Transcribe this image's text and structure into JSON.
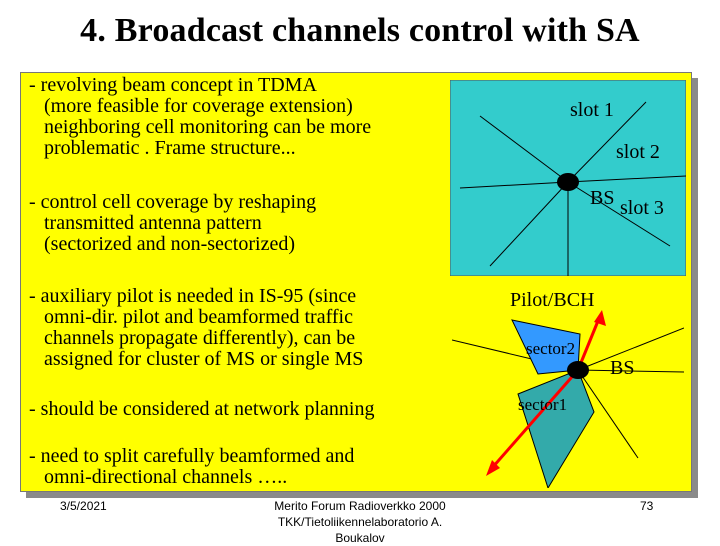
{
  "title": "4. Broadcast channels control with SA",
  "bullets": [
    {
      "first": "- revolving beam concept in TDMA",
      "rest": [
        "(more feasible for coverage extension)",
        "neighboring cell monitoring can be more",
        "problematic . Frame structure..."
      ]
    },
    {
      "first": "- control cell coverage by reshaping",
      "rest": [
        "transmitted antenna pattern",
        "(sectorized and non-sectorized)"
      ]
    },
    {
      "first": "- auxiliary pilot is needed in IS-95 (since",
      "rest": [
        "omni-dir. pilot and beamformed  traffic",
        "channels propagate differently), can be",
        "assigned for cluster of MS or single MS"
      ]
    },
    {
      "first": "- should be considered at network planning",
      "rest": []
    },
    {
      "first": "- need to split carefully beamformed and",
      "rest": [
        "omni-directional channels ….."
      ]
    }
  ],
  "diagram_top": {
    "slot1": "slot 1",
    "slot2": "slot 2",
    "bs": "BS",
    "slot3": "slot 3"
  },
  "diagram_bottom": {
    "pilot": "Pilot/BCH",
    "sector2": "sector2",
    "bs": "BS",
    "sector1": "sector1"
  },
  "footer": {
    "date": "3/5/2021",
    "source_line1": "Merito Forum Radioverkko 2000",
    "source_line2": "TKK/Tietoliikennelaboratorio   A.",
    "source_line3": "Boukalov",
    "page": "73"
  },
  "colors": {
    "panel": "#ffff00",
    "diagram_top_bg": "#33cccc",
    "sector_blue": "#3399ff",
    "sector_teal": "#33aaaa",
    "arrow": "#ff0000"
  }
}
